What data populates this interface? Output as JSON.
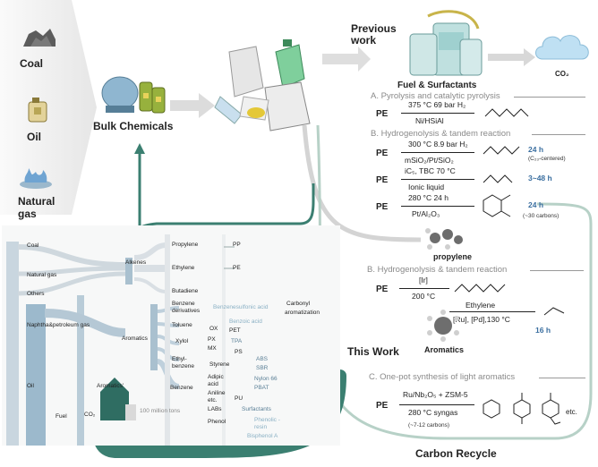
{
  "sources": [
    {
      "label": "Coal",
      "icon": "coal-icon"
    },
    {
      "label": "Oil",
      "icon": "oil-jerrycan-icon"
    },
    {
      "label": "Natural gas",
      "icon": "gas-flame-icon"
    }
  ],
  "bulk_label": "Bulk Chemicals",
  "previous_work": "Previous work",
  "fuel_label": "Fuel & Surfactants",
  "co2": "CO₂",
  "routes": {
    "A_title": "A. Pyrolysis and catalytic pyrolysis",
    "A_top": "375 °C  69 bar H₂",
    "A_bottom": "Ni/HSiAl",
    "B_title": "B. Hydrogenolysis & tandem reaction",
    "B1_top": "300 °C  8.9 bar H₂",
    "B1_bottom": "mSiO₂/Pt/SiO₂",
    "B1_time": "24 h",
    "B1_note": "(C₂₃-centered)",
    "B2_top": "iC₅, TBC  70 °C",
    "B2_bottom": "Ionic liquid",
    "B2_time": "3~48 h",
    "B3_top": "280 °C  24 h",
    "B3_bottom": "Pt/Al₂O₃",
    "B3_time": "24 h",
    "B3_note": "(~30 carbons)",
    "pe": "PE"
  },
  "propylene": "propylene",
  "B2b_title": "B. Hydrogenolysis & tandem reaction",
  "B2b_top": "[Ir]",
  "B2b_bottom": "200 °C",
  "ethylene_top": "Ethylene",
  "ethylene_bottom": "[Ru], [Pd],130 °C",
  "ethylene_time": "16 h",
  "this_work": "This Work",
  "aromatics": "Aromatics",
  "C_title": "C. One-pot synthesis of light aromatics",
  "C_top": "Ru/Nb₂O₅ + ZSM-5",
  "C_bottom": "280 °C  syngas",
  "C_note": "(~7-12 carbons)",
  "C_etc": "etc.",
  "carbon_recycle": "Carbon Recycle",
  "sankey": {
    "coal": "Coal",
    "natural_gas": "Natural gas",
    "others": "Others",
    "naphtha": "Naphtha&petroleum gas",
    "oil": "Oil",
    "fuel": "Fuel",
    "co2": "CO₂",
    "aromatics_prime": "Aromatics'",
    "alkenes": "Alkenes",
    "aromatics": "Aromatics",
    "propylene": "Propylene",
    "pp": "PP",
    "ethylene": "Ethylene",
    "pe": "PE",
    "butadiene": "Butadiene",
    "benzene_derivatives": "Benzene derivatives",
    "benzenesulfonic": "Benzenesulfonic acid",
    "carbonyl": "Carbonyl",
    "aromatization": "aromatization",
    "toluene": "Toluene",
    "benzoic": "Benzoic acid",
    "ox": "OX",
    "pet": "PET",
    "xylol": "Xylol",
    "px": "PX",
    "mx": "MX",
    "tpa": "TPA",
    "ps": "PS",
    "ethylbenzene": "Ethyl-benzene",
    "styrene": "Styrene",
    "abs": "ABS",
    "sbr": "SBR",
    "benzene": "Benzene",
    "adipic": "Adipic acid",
    "nylon": "Nylon 66",
    "pbat": "PBAT",
    "aniline": "Aniline etc.",
    "pu": "PU",
    "labs": "LABs",
    "surfactants": "Surfactants",
    "phenol": "Phenol",
    "phenolic": "Phenolic -resin",
    "bisphenol": "Bisphenol A",
    "scale": "100 million tons"
  }
}
